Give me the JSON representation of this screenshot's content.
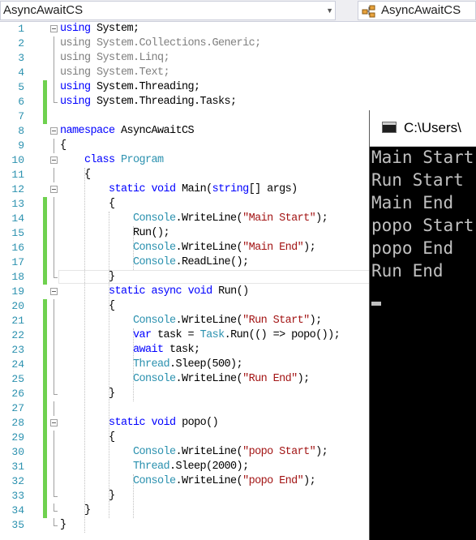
{
  "navbar": {
    "project_dropdown": "AsyncAwaitCS",
    "type_dropdown": "AsyncAwaitCS"
  },
  "colors": {
    "keyword": "#0000ff",
    "type": "#2b91af",
    "string": "#a31515",
    "unused_using": "#808080",
    "changed_marker": "#6fd14f"
  },
  "editor": {
    "line_numbers": [
      "1",
      "2",
      "3",
      "4",
      "5",
      "6",
      "7",
      "8",
      "9",
      "10",
      "11",
      "12",
      "13",
      "14",
      "15",
      "16",
      "17",
      "18",
      "19",
      "20",
      "21",
      "22",
      "23",
      "24",
      "25",
      "26",
      "27",
      "28",
      "29",
      "30",
      "31",
      "32",
      "33",
      "34",
      "35"
    ],
    "code": {
      "using": "using",
      "ns_system": "System;",
      "ns_collections": "System.Collections.Generic;",
      "ns_linq": "System.Linq;",
      "ns_text": "System.Text;",
      "ns_threading": "System.Threading;",
      "ns_tasks": "System.Threading.Tasks;",
      "namespace_kw": "namespace",
      "namespace_name": "AsyncAwaitCS",
      "open_brace": "{",
      "close_brace": "}",
      "class_kw": "class",
      "class_name": "Program",
      "static_kw": "static",
      "void_kw": "void",
      "async_kw": "async",
      "main_sig": "Main(",
      "string_kw": "string",
      "main_args": "[] args)",
      "console": "Console",
      "writeline": ".WriteLine(",
      "readline": ".ReadLine();",
      "str_main_start": "\"Main Start\"",
      "str_main_end": "\"Main End\"",
      "str_run_start": "\"Run Start\"",
      "str_run_end": "\"Run End\"",
      "str_popo_start": "\"popo Start\"",
      "str_popo_end": "\"popo End\"",
      "call_end": ");",
      "run_call": "Run();",
      "run_sig": "Run()",
      "var_kw": "var",
      "task_assign": " task = ",
      "task_type": "Task",
      "task_run": ".Run(() => popo());",
      "await_kw": "await",
      "await_task": " task;",
      "thread_type": "Thread",
      "sleep500": ".Sleep(500);",
      "sleep2000": ".Sleep(2000);",
      "popo_sig": "popo()"
    }
  },
  "console": {
    "title": "C:\\Users\\",
    "output": [
      "Main Start",
      "Run Start",
      "Main End",
      "popo Start",
      "popo End",
      "Run End"
    ]
  }
}
